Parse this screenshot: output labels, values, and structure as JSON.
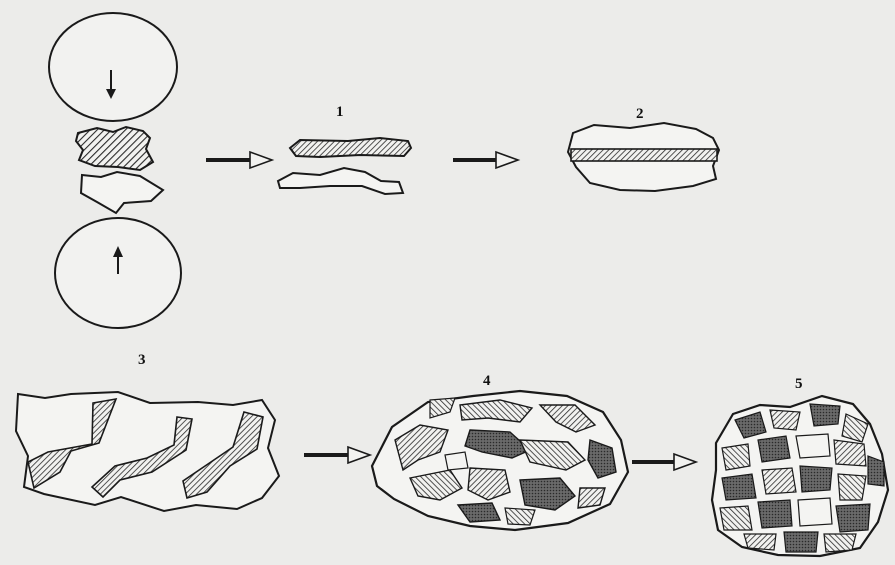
{
  "stages": [
    {
      "label": "1"
    },
    {
      "label": "2"
    },
    {
      "label": "3"
    },
    {
      "label": "4"
    },
    {
      "label": "5"
    }
  ],
  "colors": {
    "paper": "#ececea",
    "ink": "#1a1a1a",
    "hatch": "#2a2a2a",
    "dark_fragment": "#555555"
  },
  "icons": {
    "ball_top_arrow": "arrow-down-icon",
    "ball_bottom_arrow": "arrow-up-icon",
    "process_arrow": "arrow-right-icon"
  }
}
